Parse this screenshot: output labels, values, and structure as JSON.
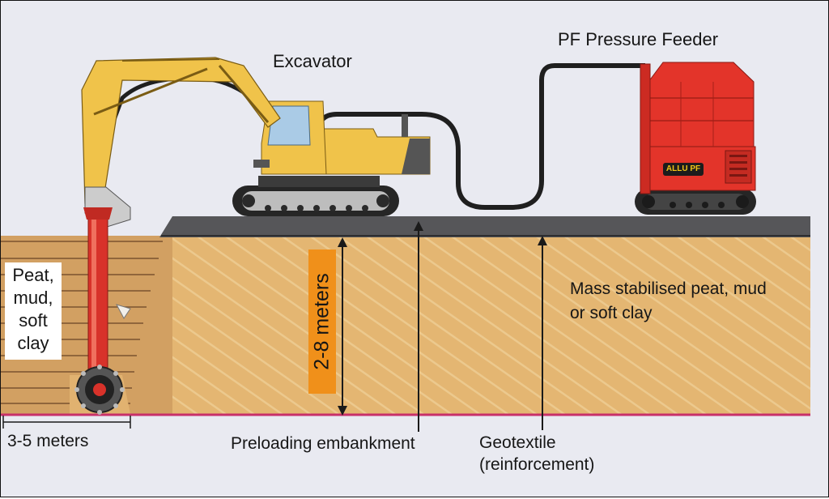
{
  "labels": {
    "excavator": "Excavator",
    "pressure_feeder": "PF Pressure Feeder",
    "mass_stabilised": "Mass stabilised peat, mud or soft clay",
    "soil": "Peat, mud, soft clay",
    "depth": "2-8 meters",
    "width": "3-5 meters",
    "preloading": "Preloading embankment",
    "geotextile": "Geotextile (reinforcement)"
  },
  "logo_text": "ALLU PF",
  "colors": {
    "background": "#e9eaf1",
    "soil": "#e4b672",
    "embankment": "#555558",
    "excavator": "#f0c34a",
    "feeder": "#e3342a",
    "depth_highlight": "#f0901a",
    "base_line": "#c8306a"
  }
}
